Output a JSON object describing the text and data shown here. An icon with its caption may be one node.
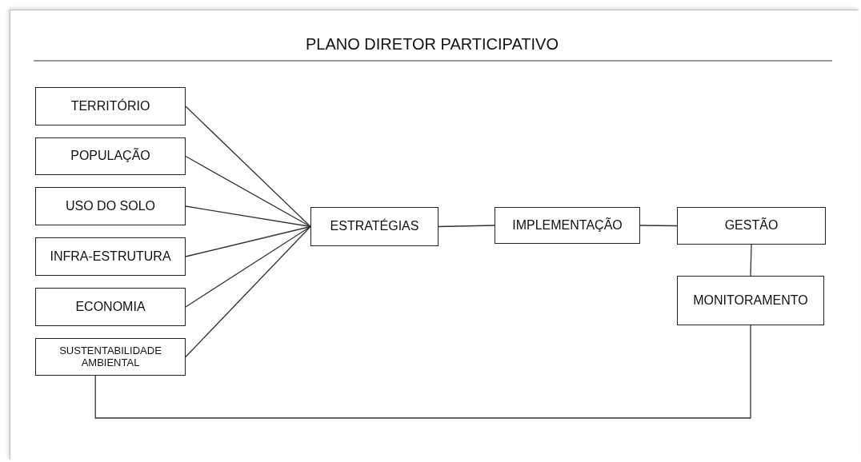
{
  "diagram": {
    "title": "PLANO DIRETOR PARTICIPATIVO",
    "nodes": [
      {
        "text": [
          "TERRITÓRIO"
        ]
      },
      {
        "text": [
          "POPULAÇÃO"
        ]
      },
      {
        "text": [
          "USO DO SOLO"
        ]
      },
      {
        "text": [
          "INFRA-ESTRUTURA"
        ]
      },
      {
        "text": [
          "ECONOMIA"
        ]
      },
      {
        "text": [
          "SUSTENTABILIDADE AMBIENTAL"
        ]
      },
      {
        "text": [
          "ESTRATÉGIAS"
        ]
      },
      {
        "text": [
          "IMPLEMENTAÇÃO"
        ]
      },
      {
        "text": [
          "GESTÃO"
        ]
      },
      {
        "text": [
          "MONITORAMENTO"
        ]
      }
    ],
    "edges": [
      {
        "from": 0,
        "to": 6,
        "arrow": "none"
      },
      {
        "from": 1,
        "to": 6,
        "arrow": "none"
      },
      {
        "from": 2,
        "to": 6,
        "arrow": "none"
      },
      {
        "from": 3,
        "to": 6,
        "arrow": "none"
      },
      {
        "from": 4,
        "to": 6,
        "arrow": "none"
      },
      {
        "from": 5,
        "to": 6,
        "arrow": "none"
      },
      {
        "from": 6,
        "to": 7,
        "arrow": "none"
      },
      {
        "from": 7,
        "to": 8,
        "arrow": "none"
      },
      {
        "from": 8,
        "to": 9,
        "arrow": "none"
      },
      {
        "from": 9,
        "to": 5,
        "arrow": "none"
      }
    ]
  }
}
